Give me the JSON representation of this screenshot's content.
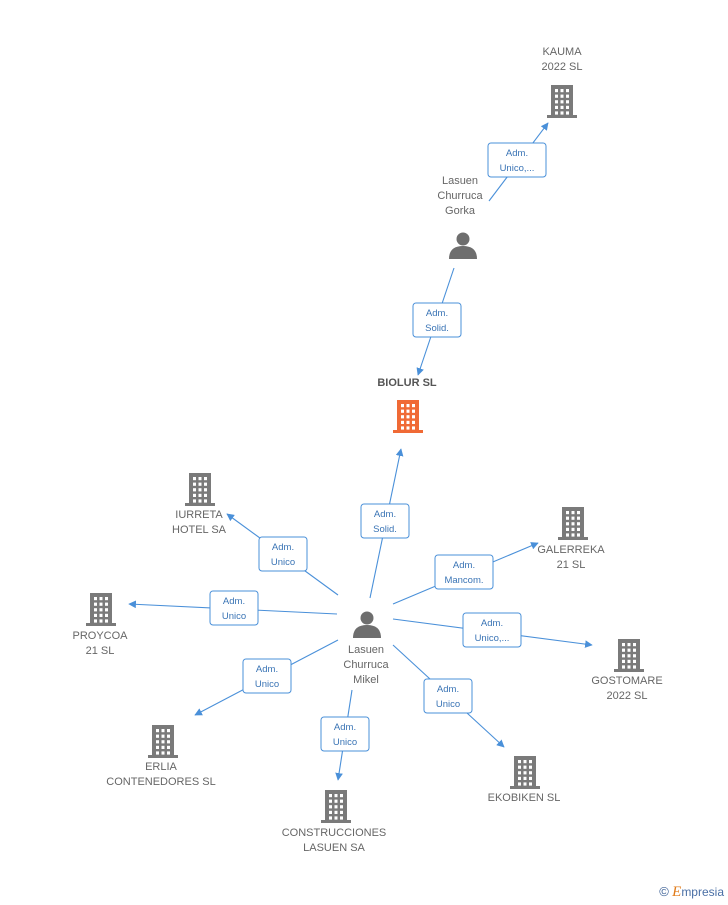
{
  "colors": {
    "edge": "#4a90d9",
    "company": "#7a7a7a",
    "company_main": "#f06a35",
    "person": "#6e6e6e"
  },
  "nodes": [
    {
      "id": "kauma",
      "kind": "company",
      "lines": [
        "KAUMA",
        "2022  SL"
      ]
    },
    {
      "id": "lasuen-gorka",
      "kind": "person",
      "lines": [
        "Lasuen",
        "Churruca",
        "Gorka"
      ]
    },
    {
      "id": "biolur",
      "kind": "company-main",
      "lines": [
        "BIOLUR  SL"
      ]
    },
    {
      "id": "iurreta",
      "kind": "company",
      "lines": [
        "IURRETA",
        "HOTEL SA"
      ]
    },
    {
      "id": "galerreka",
      "kind": "company",
      "lines": [
        "GALERREKA",
        "21  SL"
      ]
    },
    {
      "id": "proycoa",
      "kind": "company",
      "lines": [
        "PROYCOA",
        "21 SL"
      ]
    },
    {
      "id": "lasuen-mikel",
      "kind": "person",
      "lines": [
        "Lasuen",
        "Churruca",
        "Mikel"
      ]
    },
    {
      "id": "gostomare",
      "kind": "company",
      "lines": [
        "GOSTOMARE",
        "2022  SL"
      ]
    },
    {
      "id": "erlia",
      "kind": "company",
      "lines": [
        "ERLIA",
        "CONTENEDORES SL"
      ]
    },
    {
      "id": "construcciones",
      "kind": "company",
      "lines": [
        "CONSTRUCCIONES",
        "LASUEN SA"
      ]
    },
    {
      "id": "ekobiken",
      "kind": "company",
      "lines": [
        "EKOBIKEN  SL"
      ]
    }
  ],
  "edges": [
    {
      "from": "lasuen-gorka",
      "to": "kauma",
      "label": [
        "Adm.",
        "Unico,..."
      ]
    },
    {
      "from": "lasuen-gorka",
      "to": "biolur",
      "label": [
        "Adm.",
        "Solid."
      ]
    },
    {
      "from": "lasuen-mikel",
      "to": "biolur",
      "label": [
        "Adm.",
        "Solid."
      ]
    },
    {
      "from": "lasuen-mikel",
      "to": "iurreta",
      "label": [
        "Adm.",
        "Unico"
      ]
    },
    {
      "from": "lasuen-mikel",
      "to": "galerreka",
      "label": [
        "Adm.",
        "Mancom."
      ]
    },
    {
      "from": "lasuen-mikel",
      "to": "proycoa",
      "label": [
        "Adm.",
        "Unico"
      ]
    },
    {
      "from": "lasuen-mikel",
      "to": "gostomare",
      "label": [
        "Adm.",
        "Unico,..."
      ]
    },
    {
      "from": "lasuen-mikel",
      "to": "erlia",
      "label": [
        "Adm.",
        "Unico"
      ]
    },
    {
      "from": "lasuen-mikel",
      "to": "construcciones",
      "label": [
        "Adm.",
        "Unico"
      ]
    },
    {
      "from": "lasuen-mikel",
      "to": "ekobiken",
      "label": [
        "Adm.",
        "Unico"
      ]
    }
  ],
  "watermark": {
    "copyright": "©",
    "brand_initial": "E",
    "brand_rest": "mpresia"
  }
}
